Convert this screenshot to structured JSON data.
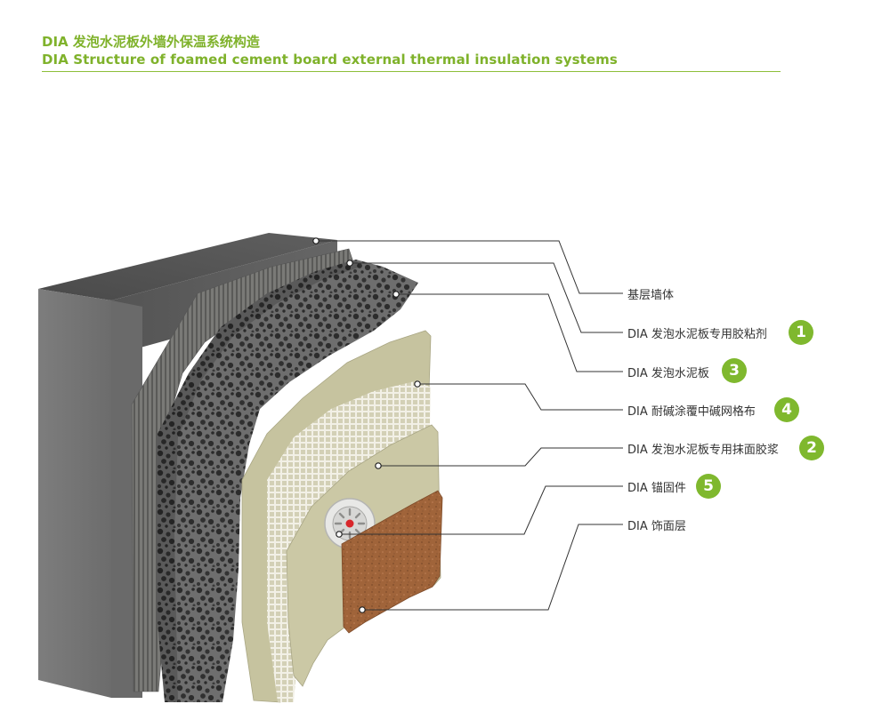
{
  "title": {
    "zh": "DIA 发泡水泥板外墙外保温系统构造",
    "en": "DIA Structure of foamed cement board external thermal insulation systems"
  },
  "layers": [
    {
      "label": "基层墙体",
      "badge": ""
    },
    {
      "label": "DIA 发泡水泥板专用胶粘剂",
      "badge": "1"
    },
    {
      "label": "DIA 发泡水泥板",
      "badge": "3"
    },
    {
      "label": "DIA 耐碱涂覆中碱网格布",
      "badge": "4"
    },
    {
      "label": "DIA 发泡水泥板专用抹面胶浆",
      "badge": "2"
    },
    {
      "label": "DIA 锚固件",
      "badge": "5"
    },
    {
      "label": "DIA 饰面层",
      "badge": ""
    }
  ],
  "colors": {
    "accent": "#7fb22b",
    "badge": "#7fb82e",
    "wall": "#5d5d5d",
    "adhesive": "#6f6f6c",
    "foam_board": "#4d4d4d",
    "render": "#c6c39f",
    "finish": "#a0643a"
  }
}
